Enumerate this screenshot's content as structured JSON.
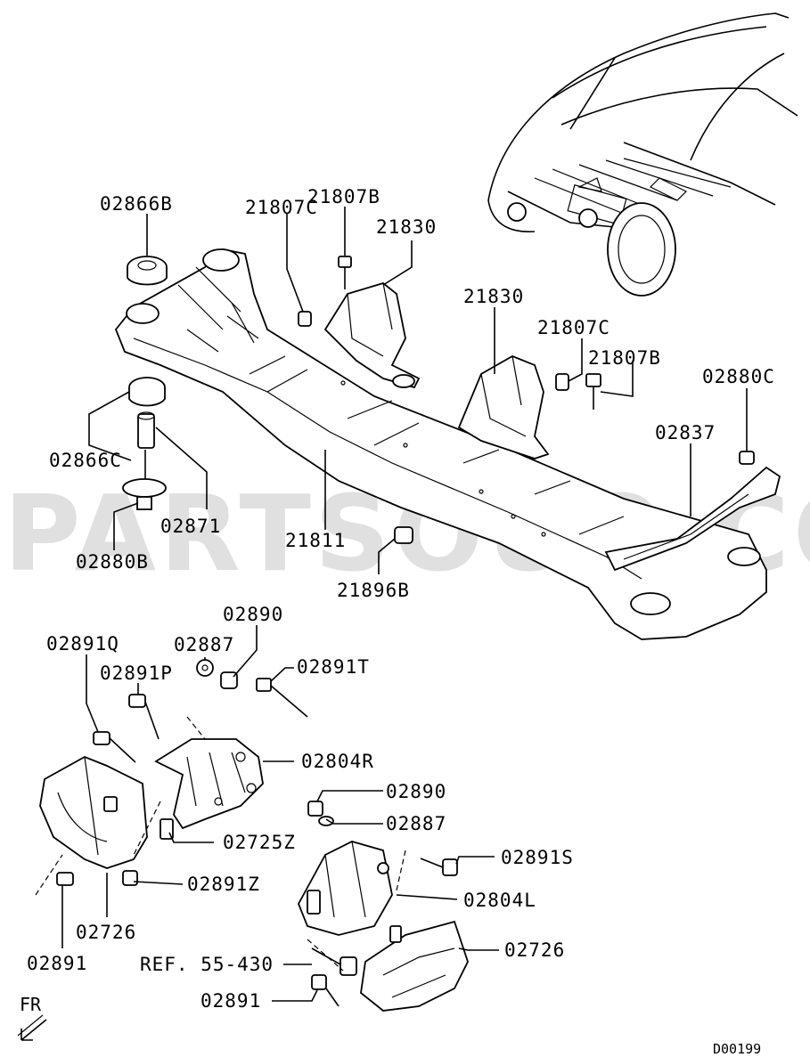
{
  "labels": {
    "p02866B": "02866B",
    "p21807B_top": "21807B",
    "p21807C_top": "21807C",
    "p21830_top": "21830",
    "p21830_mid": "21830",
    "p21807C_mid": "21807C",
    "p21807B_mid": "21807B",
    "p02880C": "02880C",
    "p02837": "02837",
    "p02866C": "02866C",
    "p02871": "02871",
    "p02880B": "02880B",
    "p21811": "21811",
    "p21896B": "21896B",
    "p02890_top": "02890",
    "p02891Q": "02891Q",
    "p02887_top": "02887",
    "p02891P": "02891P",
    "p02891T": "02891T",
    "p02804R": "02804R",
    "p02890_mid": "02890",
    "p02887_mid": "02887",
    "p02725Z": "02725Z",
    "p02891S": "02891S",
    "p02891Z": "02891Z",
    "p02804L": "02804L",
    "p02726_left": "02726",
    "p02726_right": "02726",
    "p02891_left": "02891",
    "ref": "REF. 55-430",
    "p02891_right": "02891"
  },
  "direction_label": "FR",
  "diagram_code": "D00199",
  "watermark": "PARTSOUQ.COM",
  "icons": {
    "direction_arrow": "arrow-down-left-icon"
  }
}
